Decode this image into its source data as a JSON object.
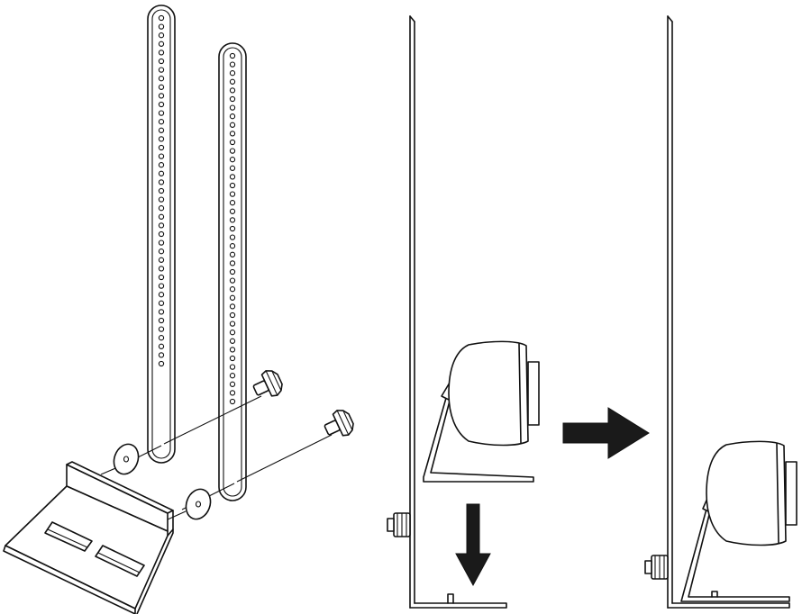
{
  "diagram": {
    "type": "assembly-instructions",
    "panels": [
      {
        "id": "exploded-bracket-parts",
        "parts": [
          "slotted-vertical-bar",
          "slotted-vertical-bar",
          "angled-base-bracket",
          "washer",
          "washer",
          "thumb-knob",
          "thumb-knob"
        ]
      },
      {
        "id": "place-speaker",
        "parts": [
          "mounted-plate-side-view",
          "speaker",
          "thumb-knob"
        ],
        "indicator": "down-arrow"
      },
      {
        "id": "speaker-seated",
        "parts": [
          "mounted-plate-side-view",
          "speaker",
          "thumb-knob"
        ]
      }
    ],
    "connectors": [
      "right-arrow"
    ],
    "colors": {
      "line": "#111111",
      "fill": "#ffffff",
      "arrow": "#1a1a1a"
    }
  }
}
